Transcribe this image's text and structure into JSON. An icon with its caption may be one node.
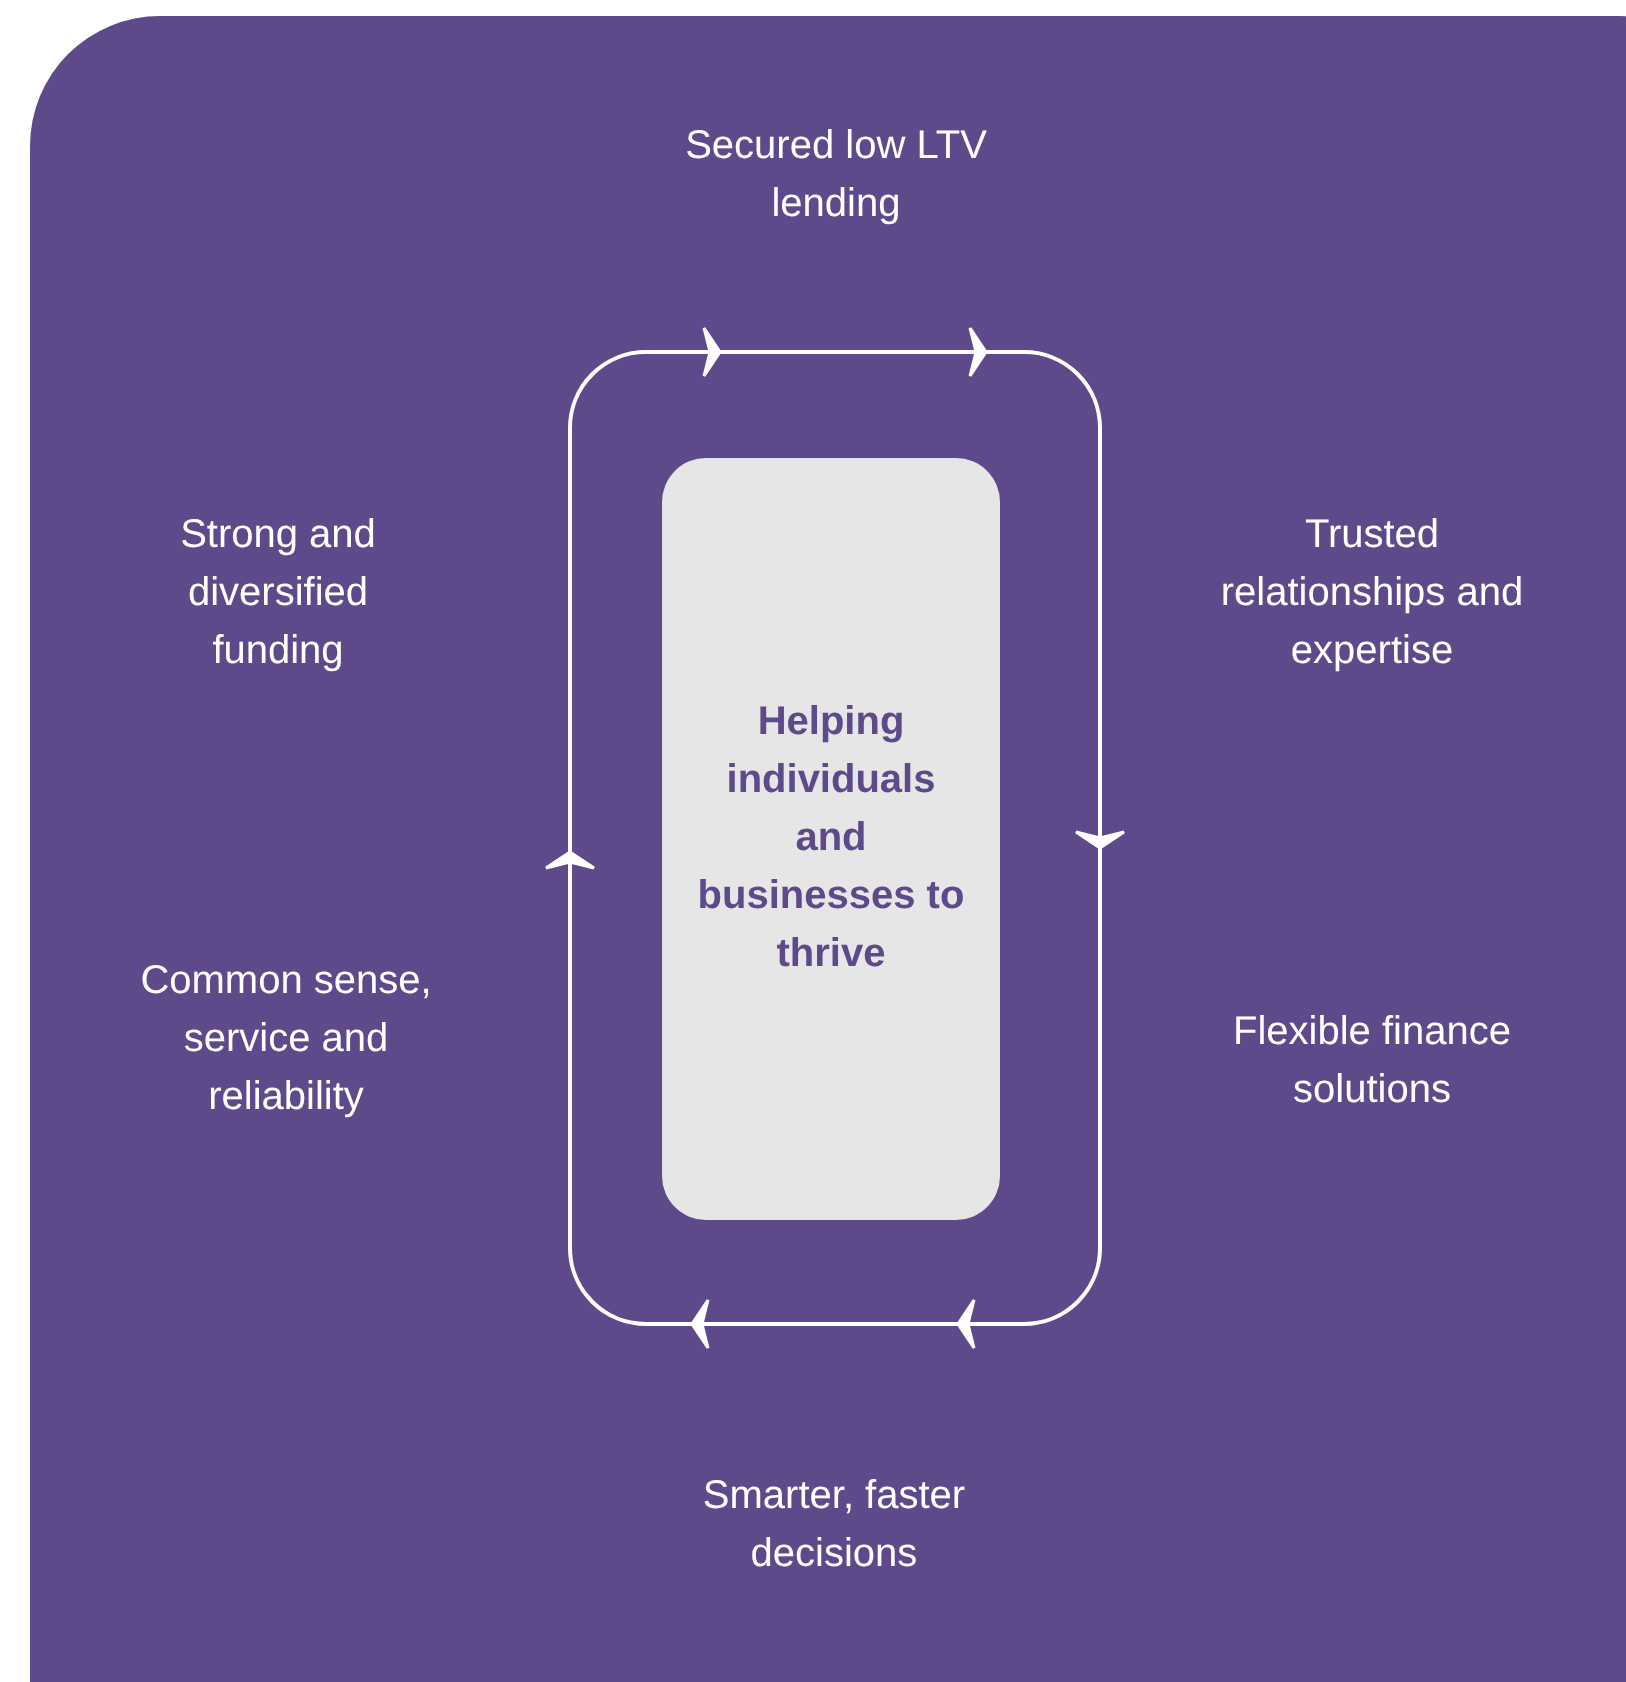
{
  "diagram": {
    "nodes": [
      {
        "text": [
          "Helping individuals and businesses to thrive"
        ]
      }
    ],
    "labels": [
      "Secured low LTV lending",
      "Strong and diversified funding",
      "Trusted relationships and expertise",
      "Common sense, service and reliability",
      "Flexible finance solutions",
      "Smarter, faster decisions"
    ]
  }
}
